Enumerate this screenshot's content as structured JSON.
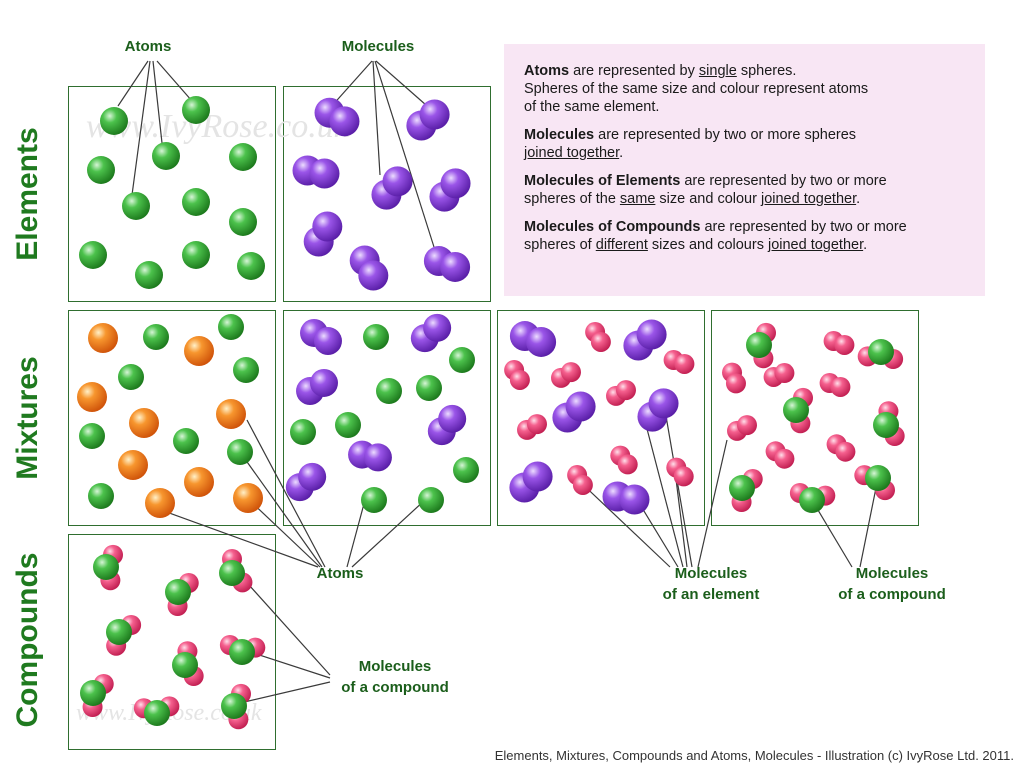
{
  "row_labels": {
    "elements": "Elements",
    "mixtures": "Mixtures",
    "compounds": "Compounds"
  },
  "top_labels": {
    "atoms": "Atoms",
    "molecules": "Molecules"
  },
  "watermark": {
    "top": "www.IvyRose.co.uk",
    "bottom": "www.IvyRose.co.uk"
  },
  "info": {
    "atoms_title": "Atoms",
    "atoms_pre": " are represented by ",
    "atoms_u": "single",
    "atoms_post": " spheres.",
    "atoms_line2": "Spheres of the same size and colour represent atoms",
    "atoms_line3": "of the same element.",
    "mol_title": "Molecules",
    "mol_pre": " are represented by two or more spheres",
    "mol_u": "joined together",
    "mol_post": ".",
    "moe_title": "Molecules of Elements",
    "moe_pre": " are represented by two or more",
    "moe_line2_pre": "spheres of the ",
    "moe_u1": "same",
    "moe_line2_mid": " size and colour  ",
    "moe_u2": "joined together",
    "moe_post": ".",
    "moc_title": "Molecules of Compounds",
    "moc_pre": " are represented by two or more",
    "moc_line2_pre": "spheres of ",
    "moc_u1": "different",
    "moc_line2_mid": " sizes and colours  ",
    "moc_u2": "joined together",
    "moc_post": "."
  },
  "callouts": {
    "atoms": "Atoms",
    "mol_element_1": "Molecules",
    "mol_element_2": "of an element",
    "mol_compound_1": "Molecules",
    "mol_compound_2": "of a compound",
    "compound_mol_1": "Molecules",
    "compound_mol_2": "of a compound"
  },
  "caption": "Elements, Mixtures, Compounds and Atoms, Molecules - Illustration (c) IvyRose Ltd. 2011.",
  "colors": {
    "green": "#2fa82f",
    "purple": "#8a3fd8",
    "pink": "#f0457a",
    "orange": "#f07a18",
    "label_green": "#1f7a1f",
    "info_bg": "#f8e6f4"
  }
}
